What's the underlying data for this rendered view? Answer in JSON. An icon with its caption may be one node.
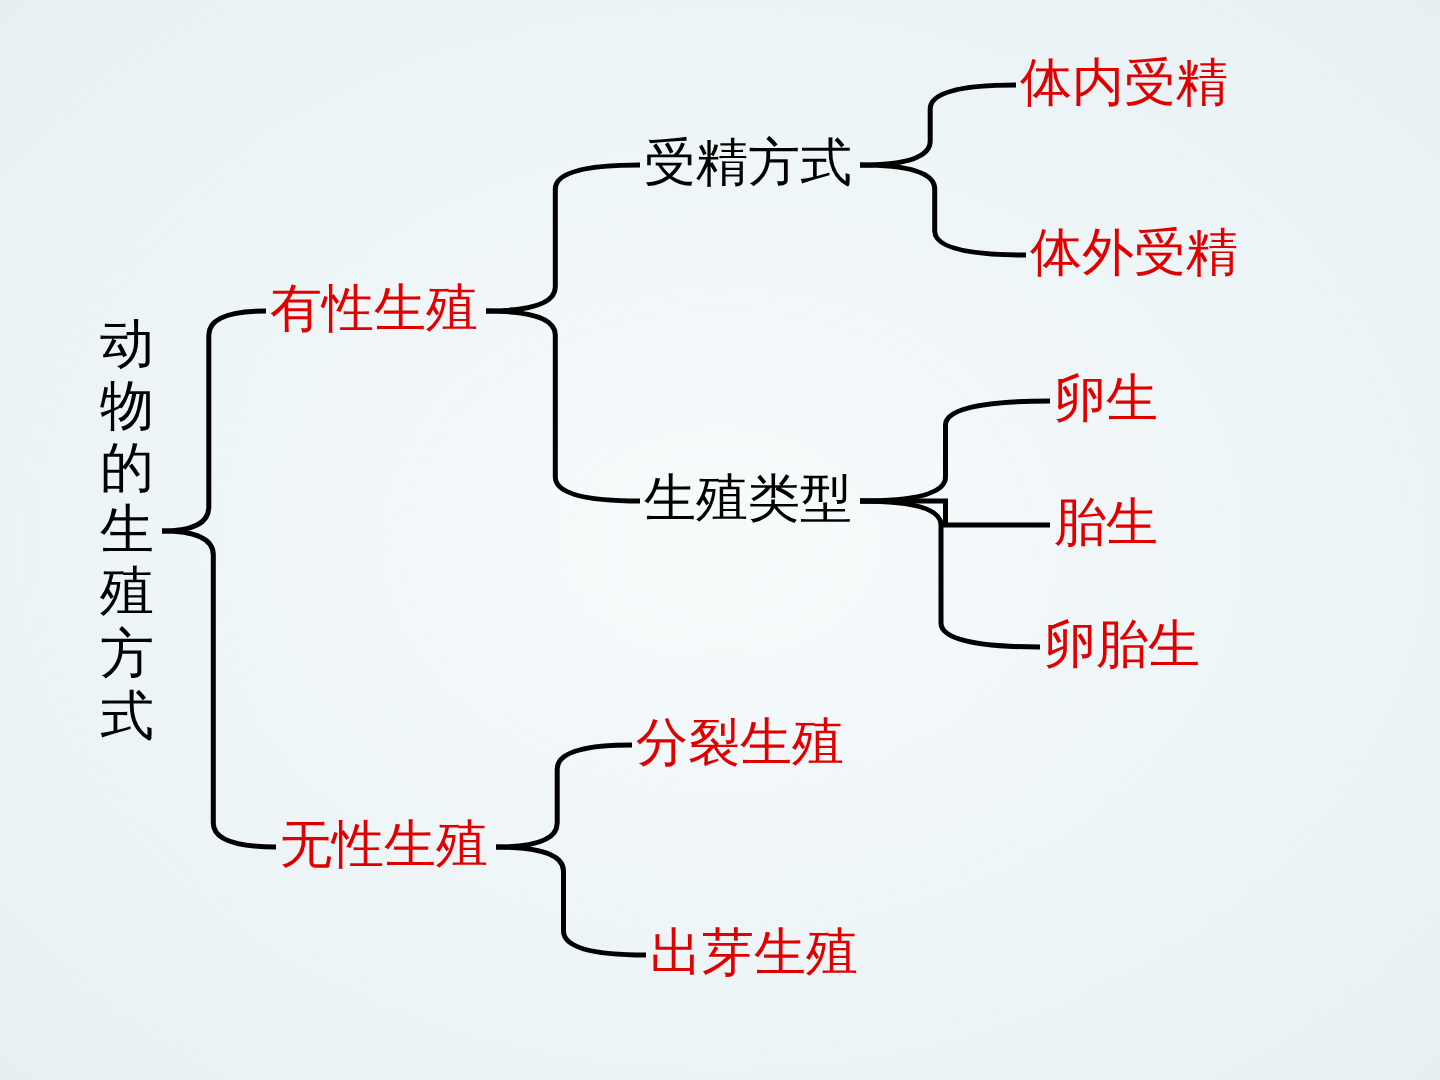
{
  "diagram": {
    "nodes": [
      {
        "text": [
          "动物的生殖方式"
        ]
      },
      {
        "text": [
          "有性生殖"
        ]
      },
      {
        "text": [
          "受精方式"
        ]
      },
      {
        "text": [
          "体内受精"
        ]
      },
      {
        "text": [
          "体外受精"
        ]
      },
      {
        "text": [
          "生殖类型"
        ]
      },
      {
        "text": [
          "卵生"
        ]
      },
      {
        "text": [
          "胎生"
        ]
      },
      {
        "text": [
          "卵胎生"
        ]
      },
      {
        "text": [
          "无性生殖"
        ]
      },
      {
        "text": [
          "分裂生殖"
        ]
      },
      {
        "text": [
          "出芽生殖"
        ]
      }
    ],
    "edges": [
      {
        "from": 0,
        "to": 1,
        "arrow": "none"
      },
      {
        "from": 0,
        "to": 9,
        "arrow": "none"
      },
      {
        "from": 1,
        "to": 2,
        "arrow": "none"
      },
      {
        "from": 1,
        "to": 5,
        "arrow": "none"
      },
      {
        "from": 2,
        "to": 3,
        "arrow": "none"
      },
      {
        "from": 2,
        "to": 4,
        "arrow": "none"
      },
      {
        "from": 5,
        "to": 6,
        "arrow": "none"
      },
      {
        "from": 5,
        "to": 7,
        "arrow": "none"
      },
      {
        "from": 5,
        "to": 8,
        "arrow": "none"
      },
      {
        "from": 9,
        "to": 10,
        "arrow": "none"
      },
      {
        "from": 9,
        "to": 11,
        "arrow": "none"
      }
    ]
  }
}
